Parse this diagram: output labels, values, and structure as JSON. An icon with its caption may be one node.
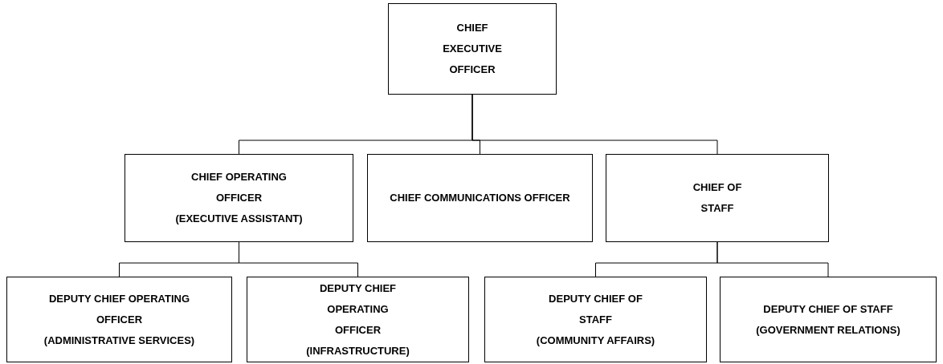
{
  "diagram": {
    "nodes": [
      {
        "text": [
          "CHIEF EXECUTIVE OFFICER"
        ]
      },
      {
        "text": [
          "CHIEF OPERATING OFFICER",
          "(EXECUTIVE ASSISTANT)"
        ]
      },
      {
        "text": [
          "CHIEF COMMUNICATIONS OFFICER"
        ]
      },
      {
        "text": [
          "CHIEF OF STAFF"
        ]
      },
      {
        "text": [
          "DEPUTY CHIEF OPERATING OFFICER",
          "(ADMINISTRATIVE SERVICES)"
        ]
      },
      {
        "text": [
          "DEPUTY CHIEF OPERATING OFFICER",
          "(INFRASTRUCTURE)"
        ]
      },
      {
        "text": [
          "DEPUTY CHIEF OF STAFF",
          "(COMMUNITY AFFAIRS)"
        ]
      },
      {
        "text": [
          "DEPUTY CHIEF OF STAFF",
          "(GOVERNMENT RELATIONS)"
        ]
      }
    ],
    "edges": [
      {
        "from": 0,
        "to": 1,
        "arrow": "none"
      },
      {
        "from": 0,
        "to": 2,
        "arrow": "none"
      },
      {
        "from": 0,
        "to": 3,
        "arrow": "none"
      },
      {
        "from": 1,
        "to": 4,
        "arrow": "none"
      },
      {
        "from": 1,
        "to": 5,
        "arrow": "none"
      },
      {
        "from": 3,
        "to": 6,
        "arrow": "none"
      },
      {
        "from": 3,
        "to": 7,
        "arrow": "none"
      }
    ]
  }
}
